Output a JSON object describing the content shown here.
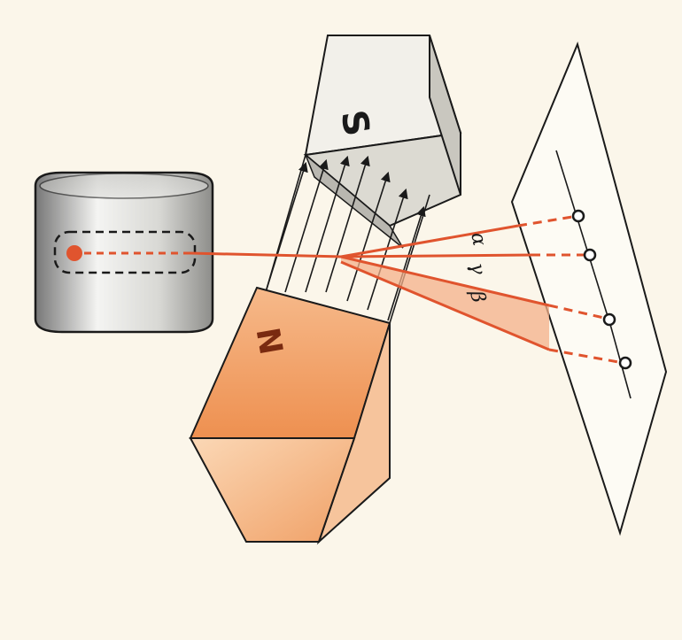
{
  "diagram": {
    "magnet": {
      "south_label": "S",
      "north_label": "N"
    },
    "rays": {
      "alpha_label": "α",
      "gamma_label": "γ",
      "beta_label": "β"
    },
    "colors": {
      "ray": "#e0542e",
      "north_pole": "#f2a26a",
      "south_pole": "#e9e6de",
      "outline": "#1a1a1a",
      "source_core": "#e0542e"
    }
  }
}
